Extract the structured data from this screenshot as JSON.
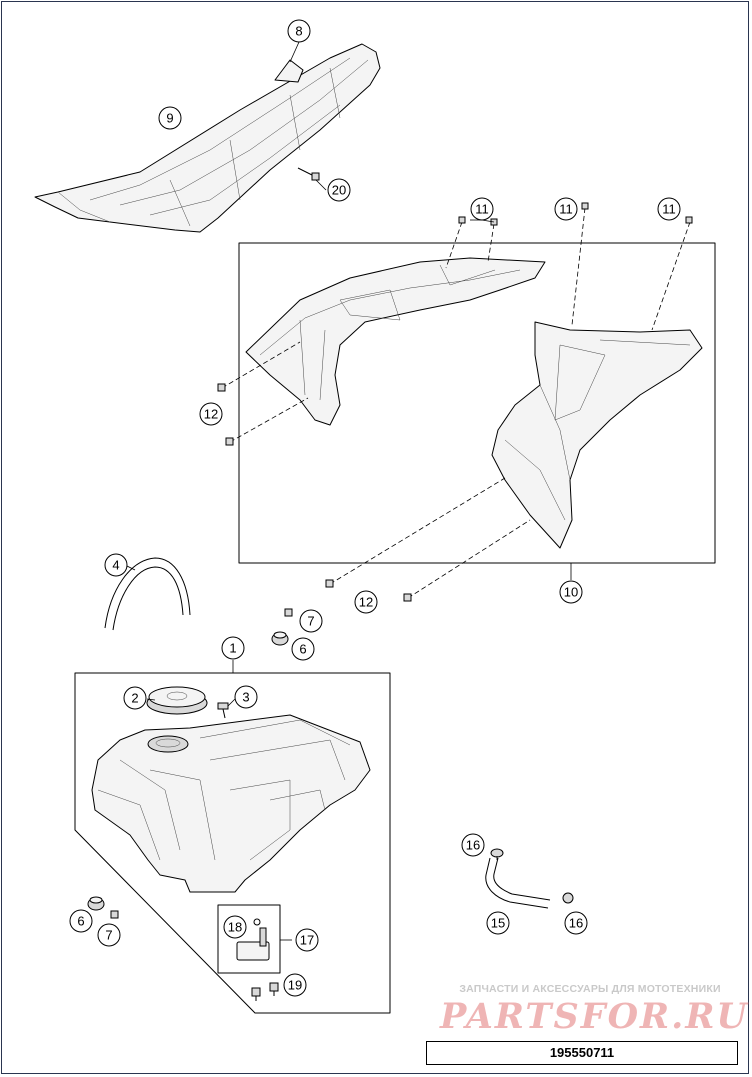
{
  "callouts": {
    "c1": "1",
    "c2": "2",
    "c3": "3",
    "c4": "4",
    "c6a": "6",
    "c6b": "6",
    "c7a": "7",
    "c7b": "7",
    "c8": "8",
    "c9": "9",
    "c10": "10",
    "c11a": "11",
    "c11b": "11",
    "c11c": "11",
    "c12a": "12",
    "c12b": "12",
    "c15": "15",
    "c16a": "16",
    "c16b": "16",
    "c17": "17",
    "c18": "18",
    "c19": "19",
    "c20": "20"
  },
  "watermark": {
    "tagline": "ЗАПЧАСТИ И АКСЕССУАРЫ ДЛЯ МОТОТЕХНИКИ",
    "brand": "PARTSFOR.RU"
  },
  "diagram_code": "195550711"
}
